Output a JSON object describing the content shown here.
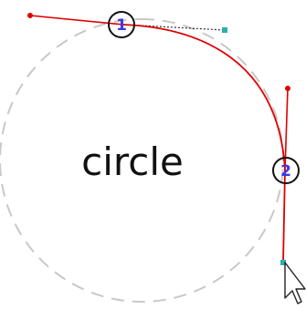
{
  "shape": {
    "label": "circle"
  },
  "nodes": [
    {
      "number": "1"
    },
    {
      "number": "2"
    }
  ],
  "colors": {
    "guide_circle": "#c8c8c8",
    "path": "#e00000",
    "handle_dot": "#e00000",
    "handle_end": "#2ab0b0",
    "node_ring": "#111111",
    "node_number": "#3a3adf",
    "cursor_fill": "#ffffff",
    "cursor_stroke": "#222222"
  },
  "icons": {
    "cursor": "arrow-cursor-icon"
  }
}
